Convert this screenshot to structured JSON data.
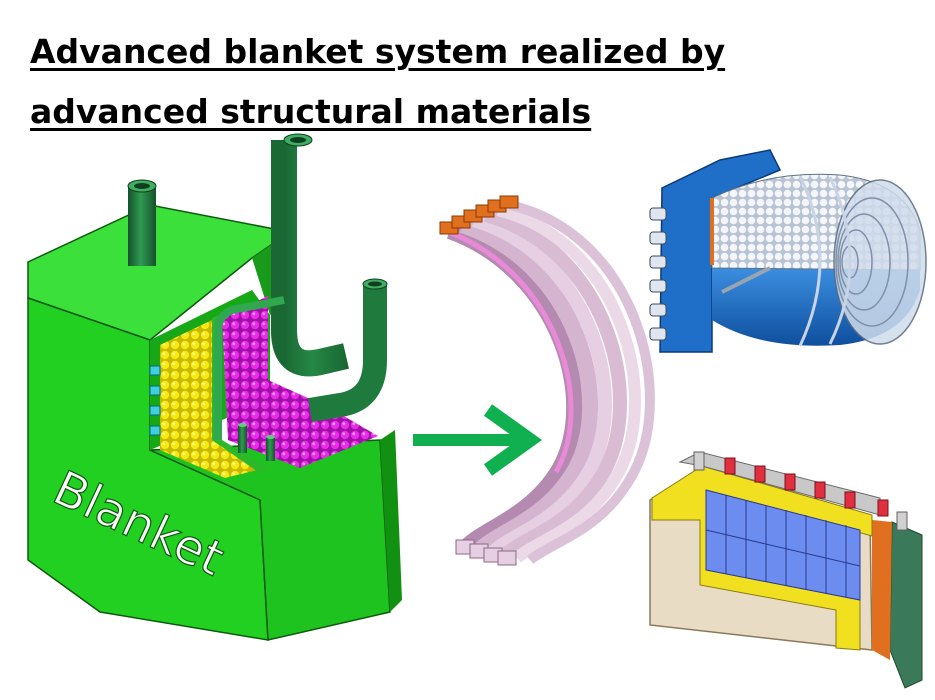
{
  "title": {
    "line1": "Advanced blanket system realized by",
    "line2": "advanced structural materials"
  },
  "blanket": {
    "label": "Blanket"
  },
  "colors": {
    "blanket_green": "#22d022",
    "arrow_green": "#10b050",
    "pipe_green": "#1f7a3d",
    "pebble_yellow": "#f2e600",
    "pebble_magenta": "#e81ee8",
    "coil_pink": "#e8cbe0",
    "coil_tip_orange": "#e07020",
    "module_blue": "#1f6fc8",
    "module_gray": "#d8d8d8",
    "module_tan": "#e8dcc4",
    "module_cube_blue": "#6c8cf0",
    "module_red": "#e03040"
  }
}
